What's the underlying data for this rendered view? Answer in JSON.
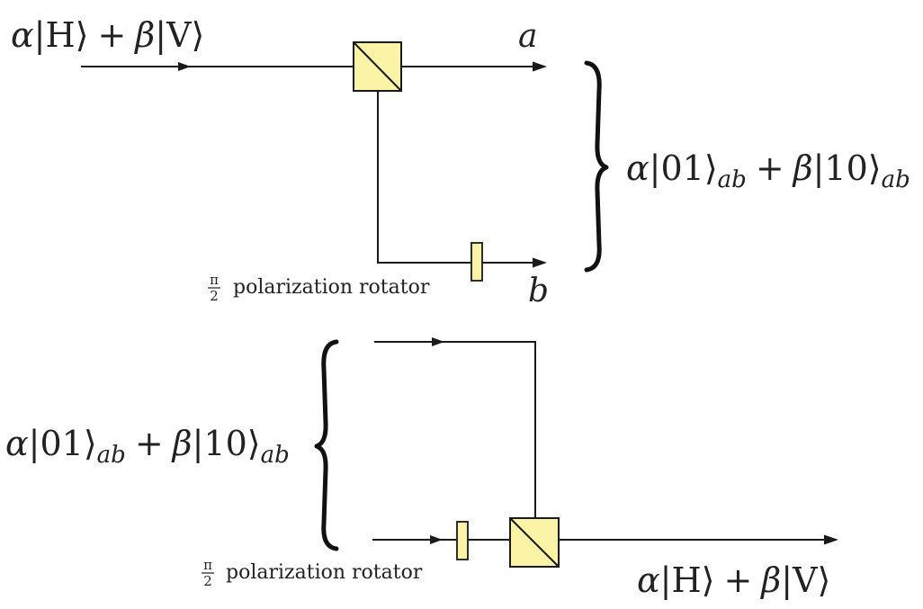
{
  "top": {
    "input_alpha": "α",
    "input_ket_h": "|H⟩",
    "input_plus": "+",
    "input_beta": "β",
    "input_ket_v": "|V⟩",
    "label_a": "a",
    "label_b": "b",
    "rotator_pi": "π",
    "rotator_den": "2",
    "rotator_text": "polarization rotator",
    "state_alpha": "α",
    "state_ket01": "|01⟩",
    "state_sub1": "ab",
    "state_plus": "+",
    "state_beta": "β",
    "state_ket10": "|10⟩",
    "state_sub2": "ab"
  },
  "bottom": {
    "state_alpha": "α",
    "state_ket01": "|01⟩",
    "state_sub1": "ab",
    "state_plus": "+",
    "state_beta": "β",
    "state_ket10": "|10⟩",
    "state_sub2": "ab",
    "rotator_pi": "π",
    "rotator_den": "2",
    "rotator_text": "polarization rotator",
    "output_alpha": "α",
    "output_ket_h": "|H⟩",
    "output_plus": "+",
    "output_beta": "β",
    "output_ket_v": "|V⟩"
  },
  "colors": {
    "component_fill": "#fbf3a6",
    "line": "#1a1a1a"
  }
}
